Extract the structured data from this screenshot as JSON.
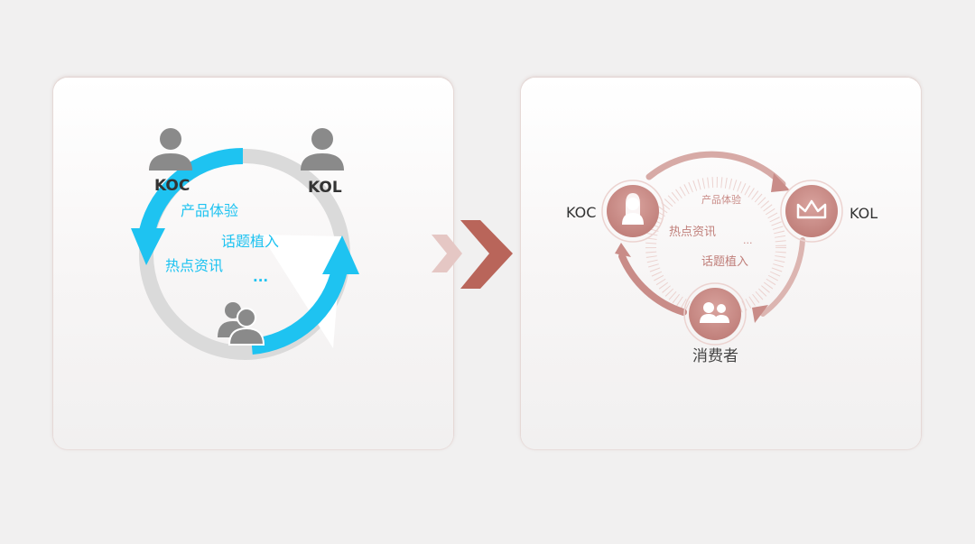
{
  "left_panel": {
    "koc_label": "KOC",
    "kol_label": "KOL",
    "items": [
      "产品体验",
      "话题植入",
      "热点资讯",
      "..."
    ],
    "accent_color": "#1ec3f1",
    "icons": [
      "person-icon",
      "person-icon",
      "group-icon"
    ]
  },
  "right_panel": {
    "koc_label": "KOC",
    "kol_label": "KOL",
    "consumer_label": "消费者",
    "items": [
      "产品体验",
      "热点资讯",
      "...",
      "话题植入"
    ],
    "accent_color": "#c98c88",
    "icons": [
      "woman-icon",
      "crown-icon",
      "group-icon"
    ]
  }
}
